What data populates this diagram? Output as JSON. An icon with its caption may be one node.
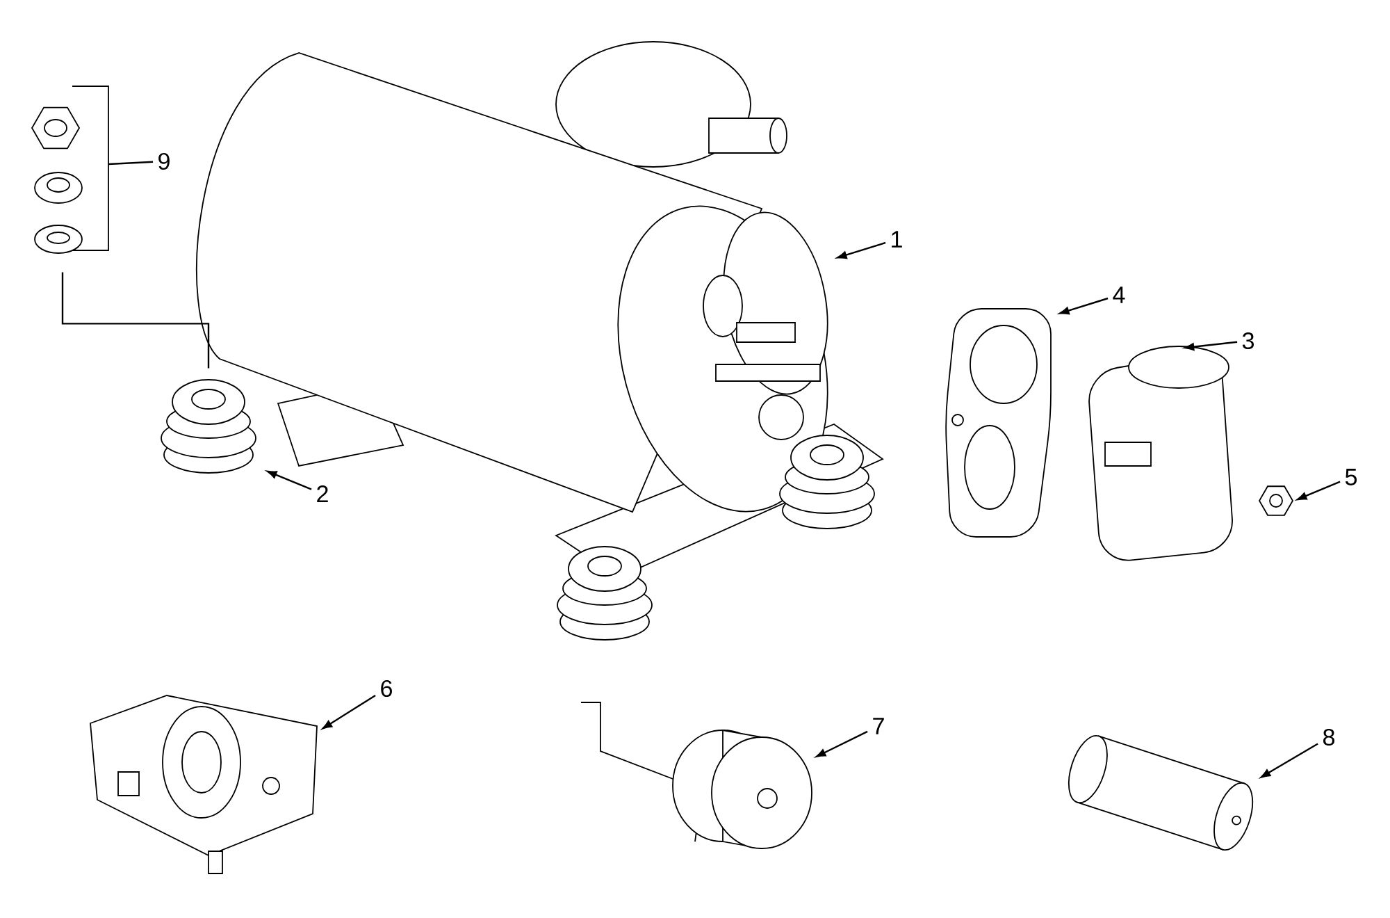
{
  "diagram": {
    "nodes": [
      {
        "text": [
          "1"
        ]
      },
      {
        "text": [
          "2"
        ]
      },
      {
        "text": [
          "3"
        ]
      },
      {
        "text": [
          "4"
        ]
      },
      {
        "text": [
          "5"
        ]
      },
      {
        "text": [
          "6"
        ]
      },
      {
        "text": [
          "7"
        ]
      },
      {
        "text": [
          "8"
        ]
      },
      {
        "text": [
          "9"
        ]
      },
      {
        "text": [],
        "shape": "picture"
      },
      {
        "text": [],
        "shape": "picture"
      },
      {
        "text": [],
        "shape": "picture"
      },
      {
        "text": [],
        "shape": "picture"
      },
      {
        "text": [],
        "shape": "picture"
      },
      {
        "text": [],
        "shape": "picture"
      },
      {
        "text": [],
        "shape": "picture"
      },
      {
        "text": [],
        "shape": "picture"
      },
      {
        "text": [],
        "shape": "picture"
      }
    ],
    "edges": [
      {
        "from": 0,
        "to": 9,
        "arrow": "to"
      },
      {
        "from": 1,
        "to": 10,
        "arrow": "to"
      },
      {
        "from": 2,
        "to": 11,
        "arrow": "to"
      },
      {
        "from": 3,
        "to": 12,
        "arrow": "to"
      },
      {
        "from": 4,
        "to": 13,
        "arrow": "to"
      },
      {
        "from": 5,
        "to": 14,
        "arrow": "to"
      },
      {
        "from": 6,
        "to": 15,
        "arrow": "to"
      },
      {
        "from": 7,
        "to": 16,
        "arrow": "to"
      },
      {
        "from": 8,
        "to": 17,
        "arrow": "none"
      },
      {
        "from": 17,
        "to": 10,
        "arrow": "none"
      }
    ]
  }
}
